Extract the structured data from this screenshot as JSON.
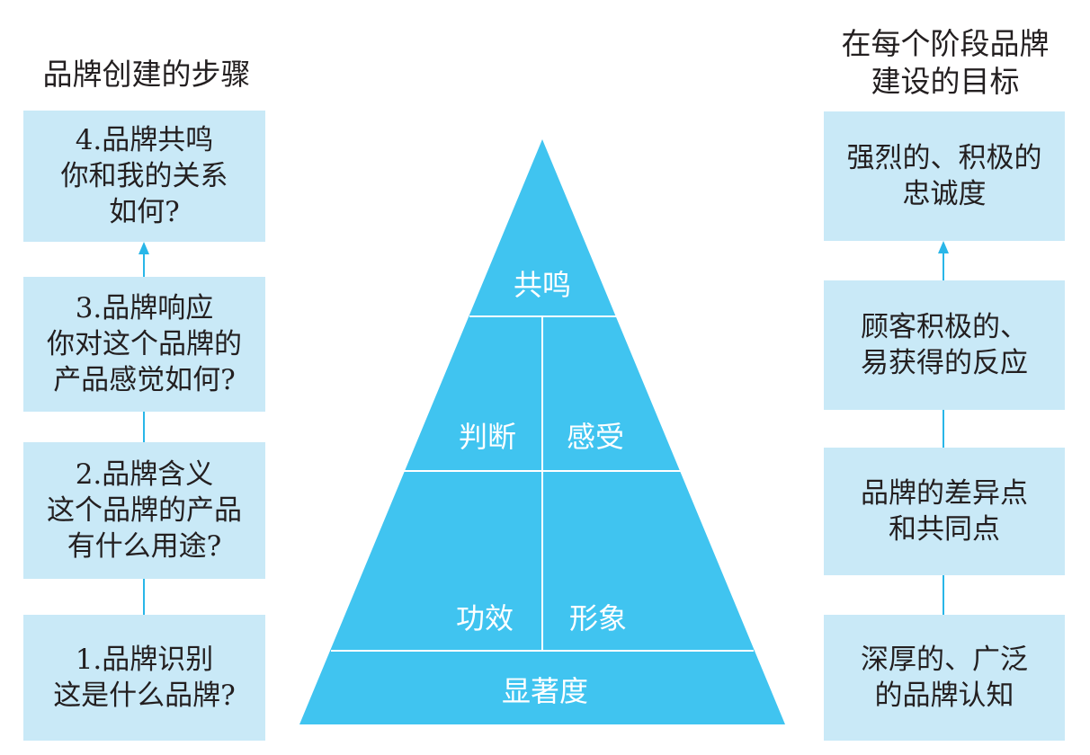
{
  "left": {
    "title": "品牌创建的步骤",
    "steps": [
      {
        "line1": "4.品牌共鸣",
        "line2": "你和我的关系",
        "line3": "如何?"
      },
      {
        "line1": "3.品牌响应",
        "line2": "你对这个品牌的",
        "line3": "产品感觉如何?"
      },
      {
        "line1": "2.品牌含义",
        "line2": "这个品牌的产品",
        "line3": "有什么用途?"
      },
      {
        "line1": "1.品牌识别",
        "line2": "这是什么品牌?"
      }
    ]
  },
  "pyramid": {
    "top": "共鸣",
    "mid_left": "判断",
    "mid_right": "感受",
    "low_left": "功效",
    "low_right": "形象",
    "base": "显著度"
  },
  "right": {
    "title_line1": "在每个阶段品牌",
    "title_line2": "建设的目标",
    "goals": [
      {
        "line1": "强烈的、积极的",
        "line2": "忠诚度"
      },
      {
        "line1": "顾客积极的、",
        "line2": "易获得的反应"
      },
      {
        "line1": "品牌的差异点",
        "line2": "和共同点"
      },
      {
        "line1": "深厚的、广泛",
        "line2": "的品牌认知"
      }
    ]
  },
  "colors": {
    "pyramid_fill": "#40c4f0",
    "box_fill": "#c9e9f7",
    "connector": "#29b6e8",
    "divider": "#ffffff"
  }
}
